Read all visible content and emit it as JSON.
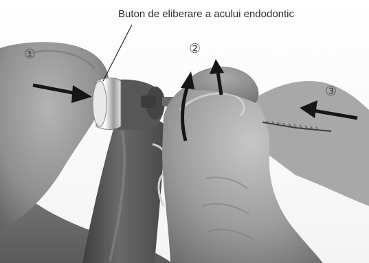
{
  "caption": "Buton de eliberare a acului endodontic",
  "steps": {
    "one": "①",
    "two": "②",
    "three": "③"
  },
  "colors": {
    "skin": "#8e8e8e",
    "skin_light": "#b8b8b8",
    "handpiece": "#5c5c5c",
    "arrow": "#161616",
    "leader_line": "#222222"
  }
}
